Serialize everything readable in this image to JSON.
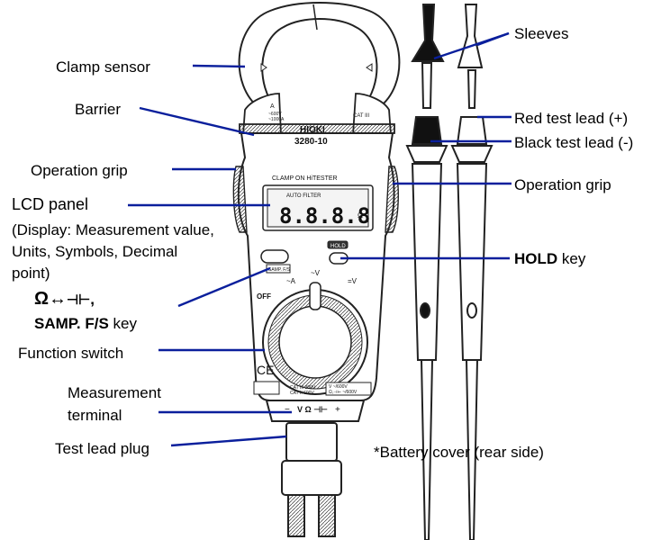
{
  "labels": {
    "clamp_sensor": "Clamp sensor",
    "barrier": "Barrier",
    "operation_grip_left": "Operation grip",
    "lcd_panel": "LCD panel",
    "lcd_desc_1": "(Display: Measurement value,",
    "lcd_desc_2": "Units, Symbols, Decimal",
    "lcd_desc_3": "point)",
    "samp_symbol_suffix": ",",
    "samp_key_bold": "SAMP. F/S",
    "samp_key_rest": " key",
    "function_switch": "Function switch",
    "measurement_terminal_1": "Measurement",
    "measurement_terminal_2": "terminal",
    "test_lead_plug": "Test lead plug",
    "sleeves": "Sleeves",
    "red_test_lead": "Red test lead (+)",
    "black_test_lead": "Black test lead (-)",
    "operation_grip_right": "Operation grip",
    "hold_key_bold": "HOLD",
    "hold_key_rest": " key",
    "battery_cover": "*Battery cover (rear side)"
  },
  "device": {
    "brand": "HIOKI",
    "model": "3280-10",
    "name": "CLAMP ON HiTESTER",
    "lcd_digits": "8.8.8.8",
    "lcd_flags": "AUTO  FILTER",
    "hold_button": "HOLD",
    "samp_button": "SAMP. F/S",
    "dial_off": "OFF",
    "dial_ac_a": "~A",
    "dial_ac_v": "~V",
    "dial_dc_v": "=V",
    "barrier_current": "A",
    "barrier_rating_1": "~600V",
    "barrier_rating_2": "~1000A",
    "barrier_cat": "CAT III",
    "terminal_cat_1": "CAT III 300V",
    "terminal_cat_2": "CAT II 600V",
    "terminal_v_rating_1": "V  ~/600V",
    "terminal_v_rating_2": "Ω,⊣⊢ ~/600V",
    "terminal_symbols": "V Ω ⊣⊢",
    "terminal_minus": "−",
    "terminal_plus": "+",
    "ce_mark": "CE",
    "omega_sym": "Ω"
  },
  "colors": {
    "leader_line": "#0a1f9c",
    "outline": "#222222"
  }
}
